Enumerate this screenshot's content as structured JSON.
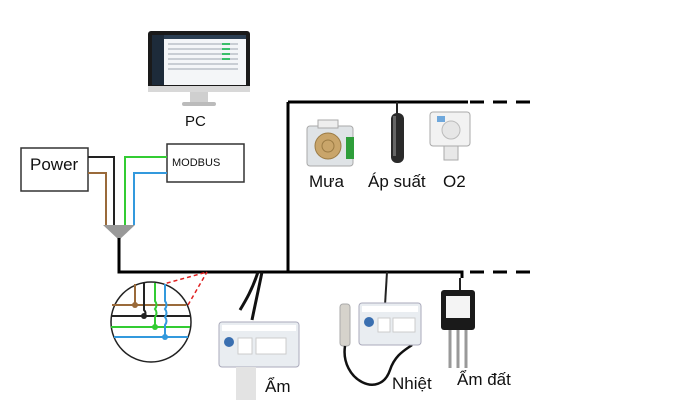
{
  "labels": {
    "pc": "PC",
    "power": "Power",
    "modbus": "MODBUS",
    "rain": "Mưa",
    "pressure": "Áp suất",
    "o2": "O2",
    "humidity": "Ẩm",
    "temperature": "Nhiệt",
    "soil_moisture": "Ẩm đất"
  },
  "colors": {
    "bus": "#000000",
    "power_brown": "#9a6a3a",
    "modbus_green": "#33cc33",
    "modbus_blue": "#3399dd",
    "zoom_dash": "#e02020"
  }
}
